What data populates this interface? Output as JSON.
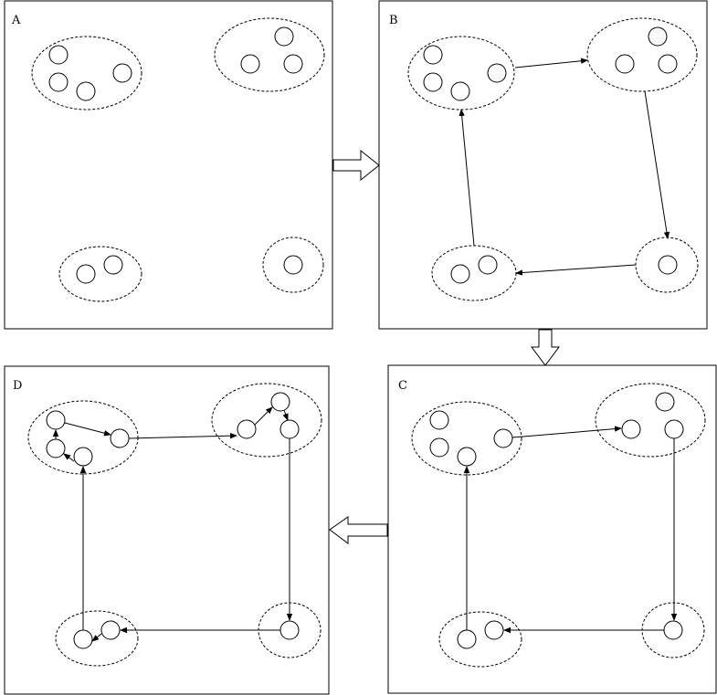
{
  "panels": [
    {
      "label": "A"
    },
    {
      "label": "B"
    },
    {
      "label": "C"
    },
    {
      "label": "D"
    }
  ],
  "colors": {
    "stroke": "#000000",
    "background": "#ffffff"
  }
}
